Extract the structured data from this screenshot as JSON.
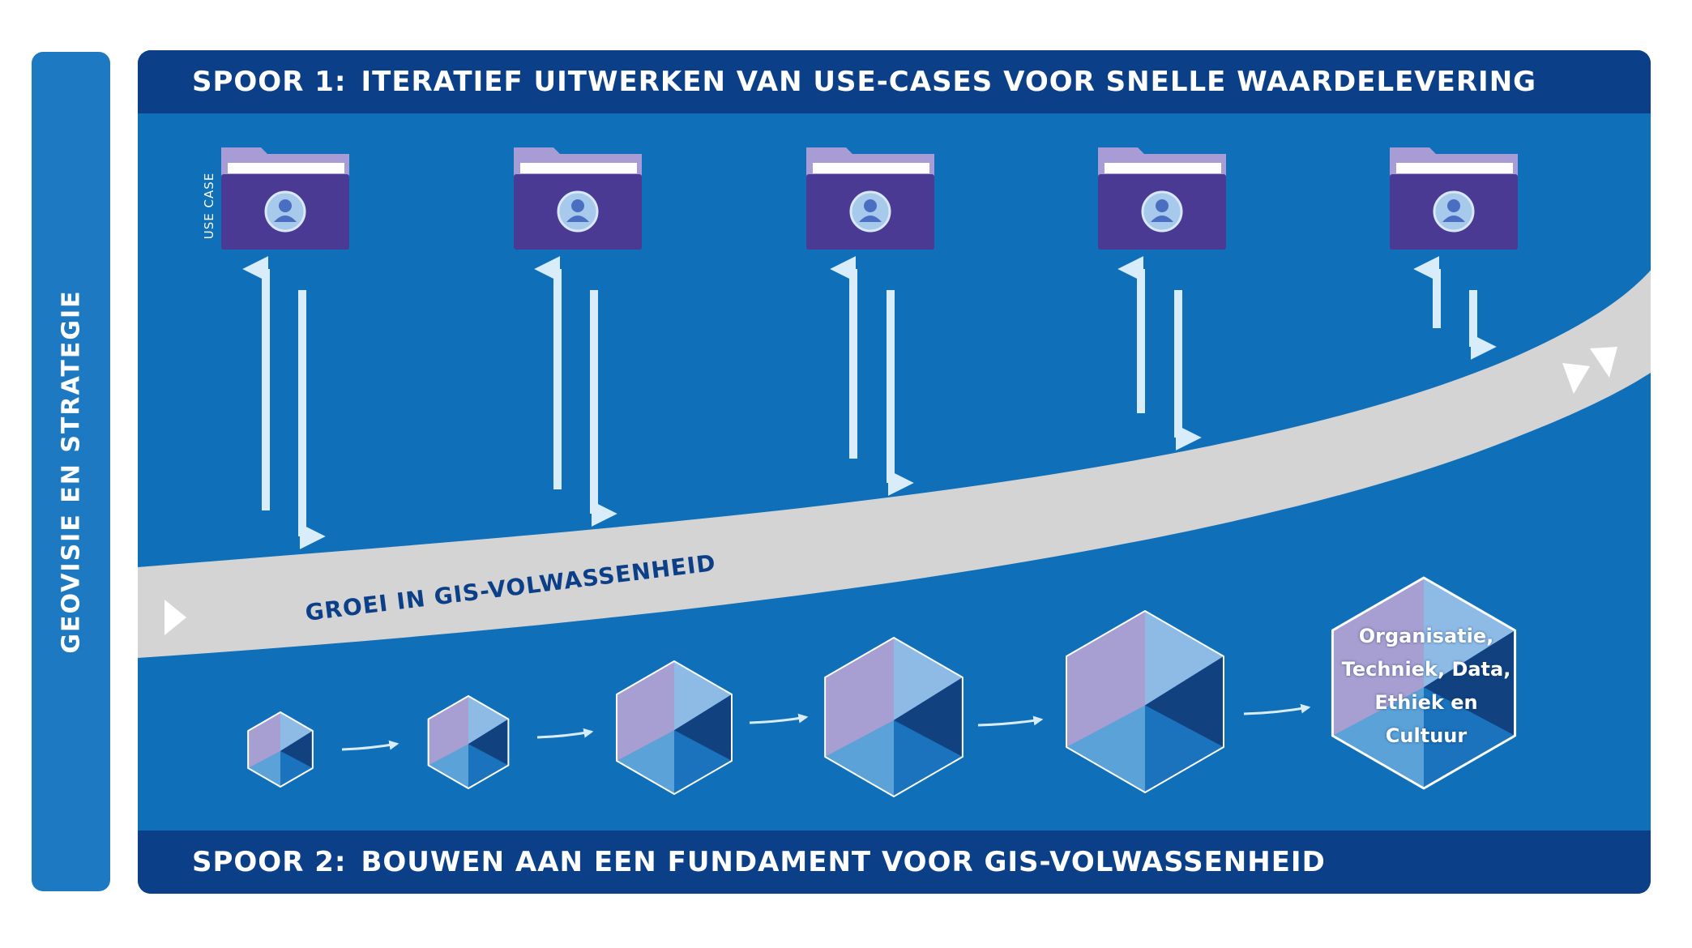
{
  "sidebar": {
    "label": "GEOVISIE EN STRATEGIE"
  },
  "track1": {
    "number": "SPOOR 1:",
    "title": "ITERATIEF UITWERKEN VAN USE-CASES VOOR SNELLE WAARDELEVERING"
  },
  "track2": {
    "number": "SPOOR 2:",
    "title": "BOUWEN AAN EEN FUNDAMENT VOOR GIS-VOLWASSENHEID"
  },
  "use_case_label": "USE CASE",
  "growth_path": {
    "label": "GROEI IN GIS-VOLWASSENHEID"
  },
  "maturity_final": {
    "lines": [
      "Organisatie,",
      "Techniek, Data,",
      "Ethiek en",
      "Cultuur"
    ]
  },
  "colors": {
    "sidebar": "#1c79c2",
    "panel": "#0f6fb8",
    "band": "#0b3f87",
    "folder": "#4b3a93",
    "folder_tab": "#a79cd6",
    "arrow": "#d8ecfa",
    "path": "#d4d4d4",
    "path_text": "#0b3f87",
    "hex_purple": "#a79fd1",
    "hex_light": "#8dbbe6",
    "hex_navy": "#11427f",
    "hex_mid": "#1b72bd",
    "hex_sky": "#5aa2d8"
  }
}
